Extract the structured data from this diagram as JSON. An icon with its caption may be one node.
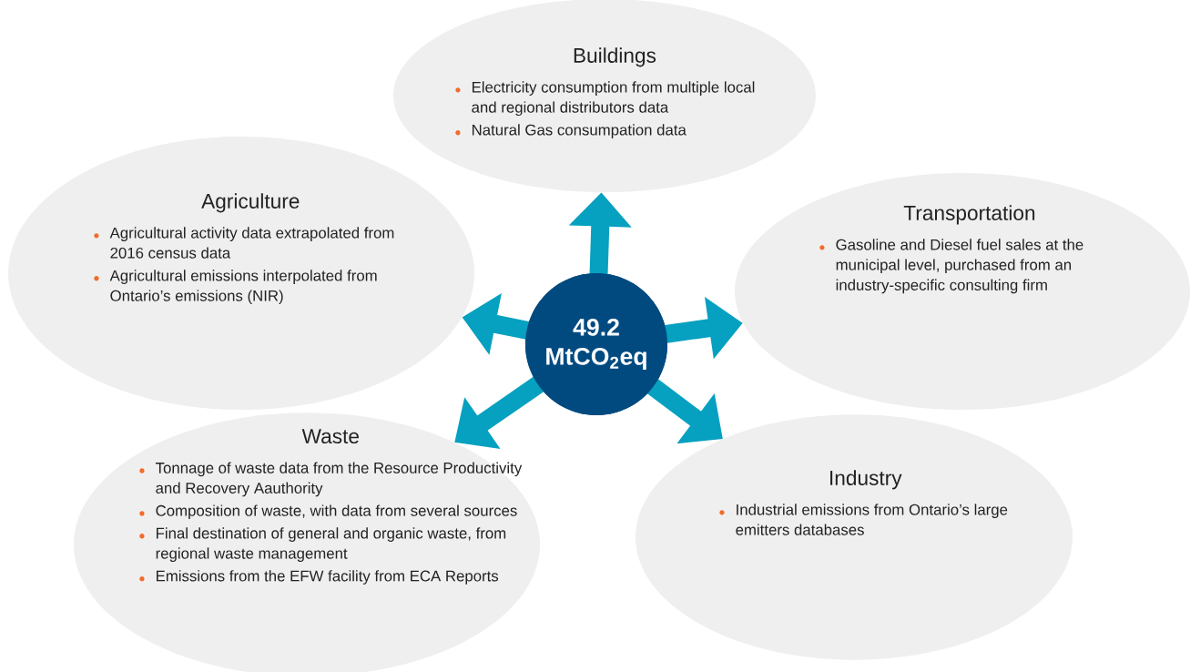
{
  "diagram": {
    "nodes": [
      {
        "text": [
          "Buildings",
          "Electricity consumption from multiple local and regional distributors data",
          "Natural Gas consumpation data"
        ]
      },
      {
        "text": [
          "Agriculture",
          "Agricultural activity data extrapolated from 2016 census data",
          "Agricultural emissions interpolated from Ontario’s emissions (NIR)"
        ]
      },
      {
        "text": [
          "Transportation",
          "Gasoline and Diesel fuel sales at the municipal level, purchased from an industry-specific consulting firm"
        ]
      },
      {
        "text": [
          "49.2 MtCO$_{2}$eq"
        ]
      },
      {
        "text": [
          "Waste",
          "Tonnage of waste data from the Resource Productivity and Recovery Aauthority",
          "Composition of waste, with data from several sources",
          "Final destination of general and organic waste, from regional waste management",
          "Emissions from the EFW facility from ECA Reports"
        ]
      },
      {
        "text": [
          "Industry",
          "Industrial emissions from Ontario’s large emitters databases"
        ]
      }
    ],
    "edges": [
      {
        "from": 3,
        "to": 0,
        "arrow": "to"
      },
      {
        "from": 3,
        "to": 1,
        "arrow": "to"
      },
      {
        "from": 3,
        "to": 2,
        "arrow": "to"
      },
      {
        "from": 3,
        "to": 4,
        "arrow": "to"
      },
      {
        "from": 3,
        "to": 5,
        "arrow": "to"
      }
    ]
  }
}
